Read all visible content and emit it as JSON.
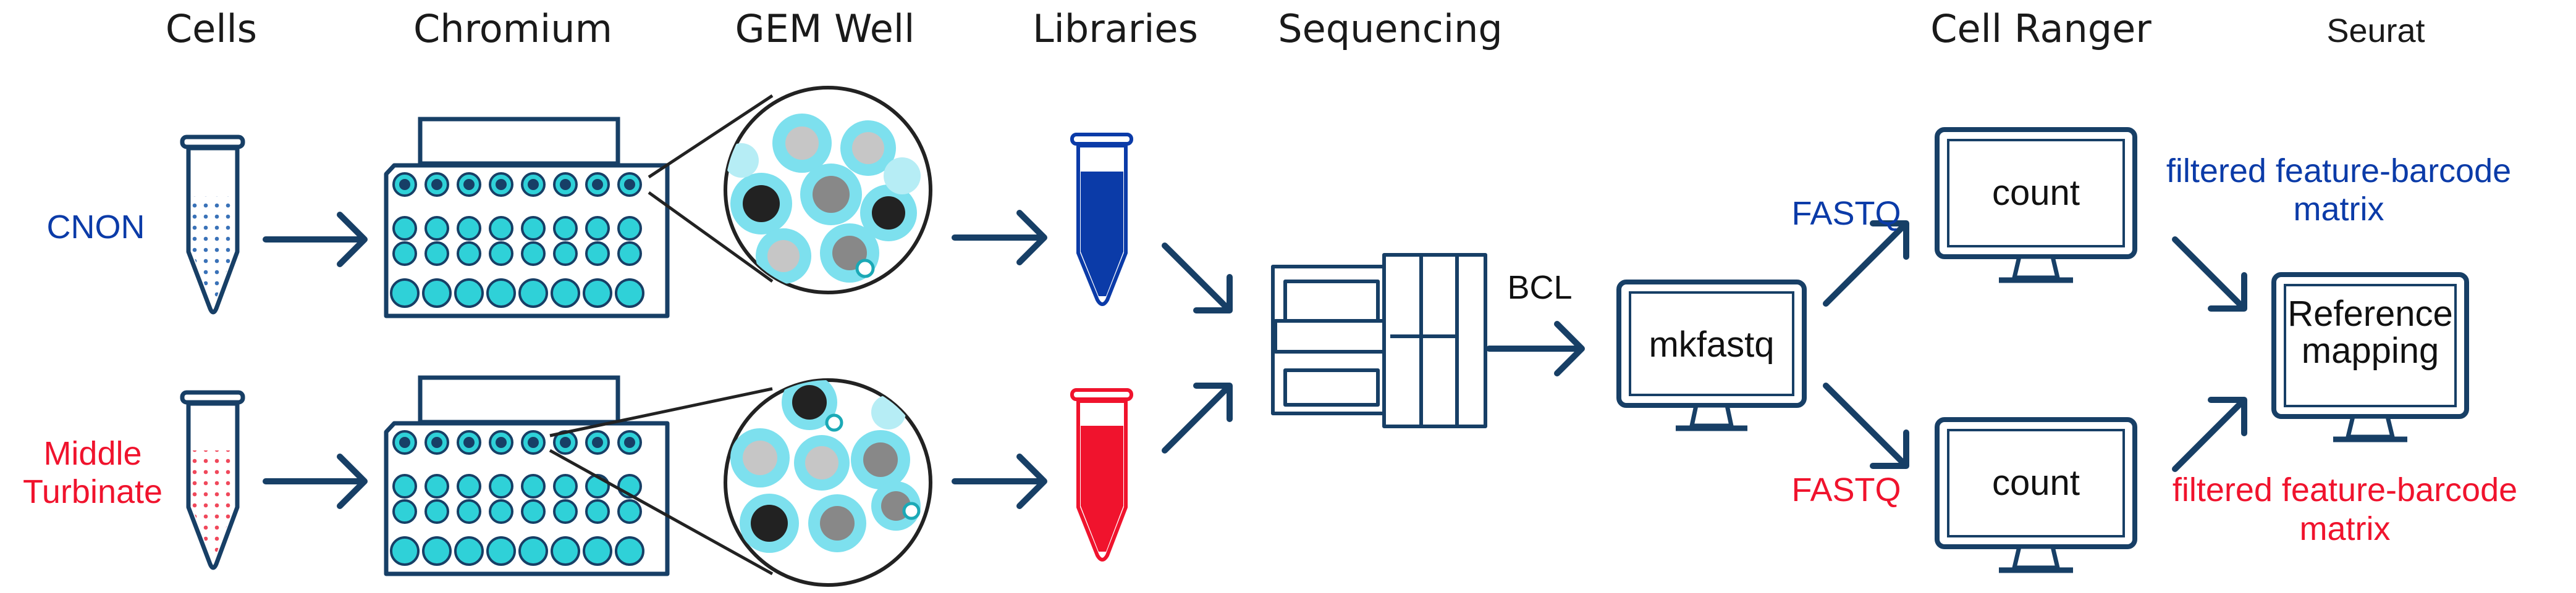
{
  "headers": {
    "cells": "Cells",
    "chromium": "Chromium",
    "gem_well": "GEM Well",
    "libraries": "Libraries",
    "sequencing": "Sequencing",
    "cell_ranger": "Cell Ranger",
    "seurat": "Seurat"
  },
  "samples": {
    "top_label": "CNON",
    "bottom_label_line1": "Middle",
    "bottom_label_line2": "Turbinate"
  },
  "flow": {
    "bcl": "BCL",
    "fastq_top": "FASTQ",
    "fastq_bottom": "FASTQ",
    "mkfastq": "mkfastq",
    "count_top": "count",
    "count_bottom": "count",
    "ref_line1": "Reference",
    "ref_line2": "mapping",
    "matrix_top_line1": "filtered feature-barcode",
    "matrix_top_line2": "matrix",
    "matrix_bottom_line1": "filtered feature-barcode",
    "matrix_bottom_line2": "matrix"
  },
  "colors": {
    "dark_blue": "#173f66",
    "blue": "#0b3ba8",
    "red": "#f0132d",
    "cyan": "#7de0ee",
    "cyan_light": "#b6edf5",
    "teal_dot": "#1ba9b6",
    "bead_dark": "#222222",
    "bead_gray": "#888888",
    "bead_light": "#c6c6c6"
  }
}
